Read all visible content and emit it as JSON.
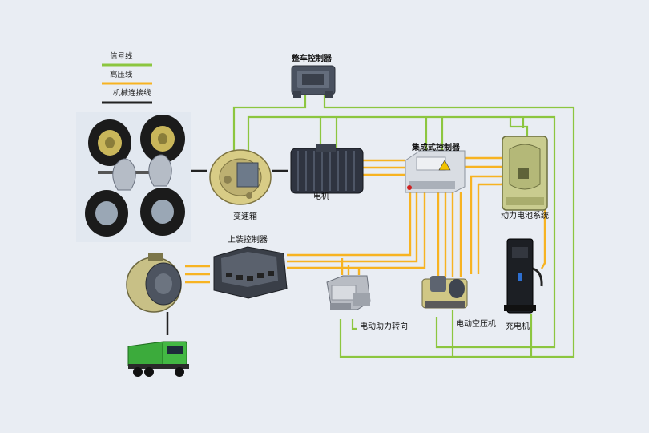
{
  "legend": {
    "signal": "信号线",
    "high_voltage": "高压线",
    "mechanical": "机械连接线"
  },
  "colors": {
    "background": "#e9edf3",
    "signal_line": "#8cc63f",
    "high_voltage_line": "#f7b321",
    "mechanical_line": "#222222"
  },
  "components": {
    "vcu": "整车控制器",
    "integrated_controller": "集成式控制器",
    "gearbox": "变速箱",
    "motor": "电机",
    "battery": "动力电池系统",
    "upper_controller": "上装控制器",
    "steering": "电动助力转向",
    "compressor": "电动空压机",
    "charger": "充电机"
  }
}
